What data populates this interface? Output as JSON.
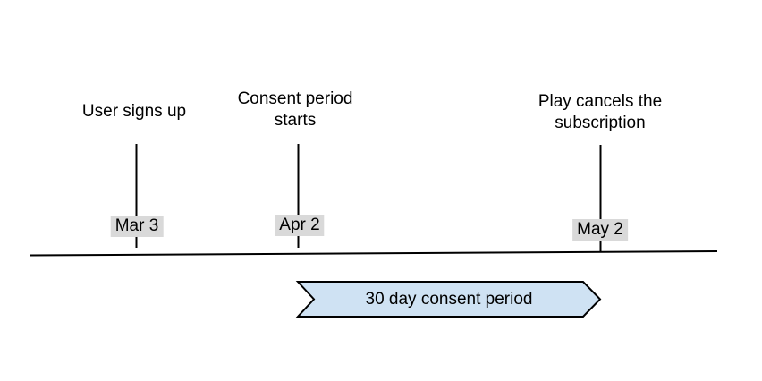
{
  "diagram": {
    "type": "timeline",
    "colors": {
      "background": "#ffffff",
      "line": "#000000",
      "text": "#000000",
      "date_chip_background": "#d9d9d9"
    }
  },
  "events": [
    {
      "label": "User signs up",
      "date": "Mar 3"
    },
    {
      "label": "Consent period starts",
      "date": "Apr 2"
    },
    {
      "label": "Play cancels the subscription",
      "date": "May 2"
    }
  ],
  "ribbon": {
    "label": "30 day consent period",
    "fill": "#cfe2f3",
    "stroke": "#000000"
  }
}
